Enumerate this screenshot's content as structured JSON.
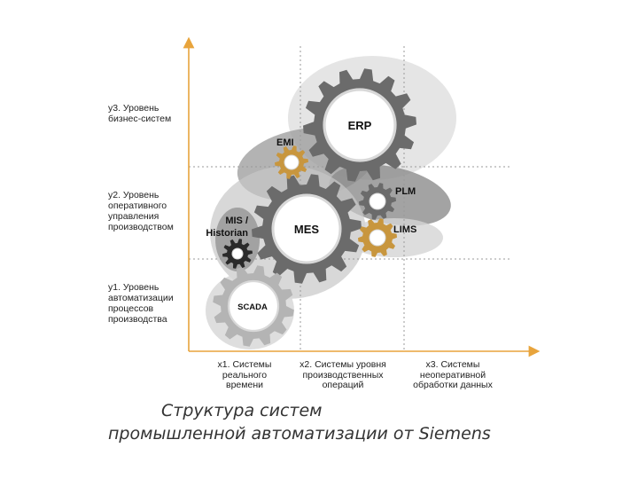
{
  "y_axis": {
    "y1": [
      "у1. Уровень",
      "автоматизации",
      "процессов",
      "производства"
    ],
    "y2": [
      "у2. Уровень",
      "оперативного",
      "управления",
      "производством"
    ],
    "y3": [
      "у3. Уровень",
      "бизнес-систем"
    ]
  },
  "x_axis": {
    "x1": [
      "х1. Системы",
      "реального",
      "времени"
    ],
    "x2": [
      "х2. Системы уровня",
      "производственных",
      "операций"
    ],
    "x3": [
      "х3. Системы",
      "неоперативной",
      "обработки данных"
    ]
  },
  "gears": {
    "erp": "ERP",
    "mes": "MES",
    "scada": "SCADA",
    "emi": "EMI",
    "plm": "PLM",
    "lims": "LIMS",
    "mis": "MIS /",
    "historian": "Historian"
  },
  "caption": {
    "line1": "Структура систем",
    "line2": "промышленной автоматизации от Siemens"
  },
  "colors": {
    "axis": "#e8a43c",
    "gear_dark": "#6b6b6b",
    "gear_gold": "#c8963e",
    "gear_black": "#2a2a2a"
  }
}
